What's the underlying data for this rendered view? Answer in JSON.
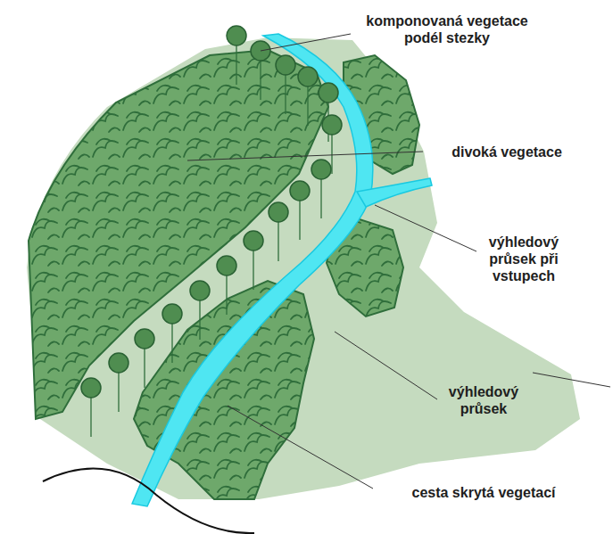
{
  "diagram": {
    "labels": [
      "komponovaná vegetace podél stezky",
      "divoká vegetace",
      "výhledový průsek při vstupech",
      "výhledový průsek",
      "cesta skrytá vegetací"
    ]
  }
}
